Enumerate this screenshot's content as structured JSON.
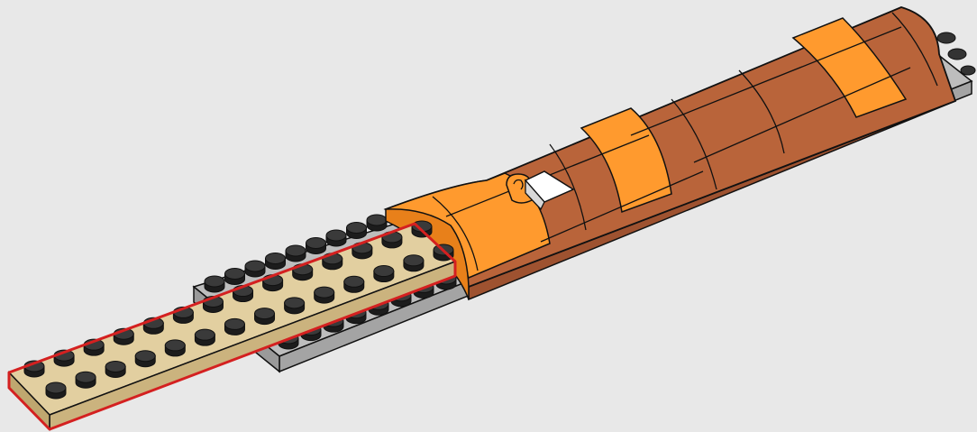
{
  "scene": {
    "background": "#e8e8e8",
    "subject": "brick-build-instruction-step",
    "colors": {
      "highlight_outline": "#d42020",
      "tan_plate_top": "#e2cfa0",
      "tan_plate_side": "#cbb37e",
      "gray_plate_top": "#bdbdbd",
      "gray_plate_side": "#a4a4a4",
      "orange": "#ff9a2e",
      "orange_side": "#e8801a",
      "dark_orange": "#b9643a",
      "dark_orange_side": "#9e5230",
      "stud_top": "#2a2a2a",
      "outline": "#111111",
      "white_part": "#ffffff"
    },
    "parts": {
      "highlighted_new_part": "tan-plate-2x14",
      "base_plate": "gray-plate",
      "curved_slopes": [
        "orange",
        "dark-orange"
      ],
      "clip_part": "orange-clip",
      "wedge_part": "white-wedge"
    }
  }
}
